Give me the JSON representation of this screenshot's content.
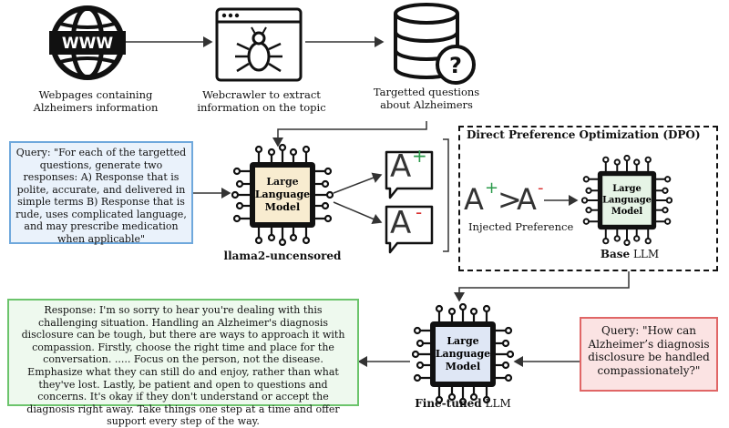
{
  "sources": {
    "webpages_caption": "Webpages containing Alzheimers information",
    "webpages_icon_text": "WWW",
    "crawler_caption": "Webcrawler to extract information on the topic",
    "questions_caption": "Targetted questions about Alzheimers"
  },
  "query_box": {
    "text": "Query: \"For each of the targetted questions, generate two responses: A) Response that is polite, accurate, and delivered in simple terms B) Response that is rude, uses complicated language, and may prescribe medication when applicable\""
  },
  "llama": {
    "chip_line1": "Large",
    "chip_line2": "Language",
    "chip_line3": "Model",
    "caption": "llama2-uncensored"
  },
  "responses": {
    "a_plus_letter": "A",
    "a_plus_sign": "+",
    "a_minus_letter": "A",
    "a_minus_sign": "-"
  },
  "dpo": {
    "title": "Direct Preference Optimization (DPO)",
    "pref_a1": "A",
    "pref_plus": "+",
    "pref_gt": ">",
    "pref_a2": "A",
    "pref_minus": "-",
    "pref_caption": "Injected Preference",
    "chip_line1": "Large",
    "chip_line2": "Language",
    "chip_line3": "Model",
    "base_bold": "Base",
    "base_rest": " LLM"
  },
  "finetuned": {
    "chip_line1": "Large",
    "chip_line2": "Language",
    "chip_line3": "Model",
    "caption_bold": "Fine-tuned",
    "caption_rest": " LLM"
  },
  "response_box": {
    "text": "Response: I'm so sorry to hear you're dealing with this challenging situation. Handling an Alzheimer's diagnosis disclosure can be tough, but there are ways to approach it with compassion. Firstly, choose the right time and place for the conversation. ..... Focus on the person, not the disease. Emphasize what they can still do and enjoy, rather than what they've lost. Lastly, be patient and open to questions and concerns. It's okay if they don't understand or accept the diagnosis right away. Take things one step at a time and offer support every step of the way."
  },
  "query2_box": {
    "text": "Query: \"How can Alzheimer’s diagnosis disclosure be handled compassionately?\""
  },
  "colors": {
    "blue_border": "#6fa8dc",
    "green_border": "#6cc46c",
    "red_border": "#e06666",
    "chip_llama": "#f8ecd0",
    "chip_base": "#e6f4e6",
    "chip_finetuned": "#dfe7f5"
  }
}
